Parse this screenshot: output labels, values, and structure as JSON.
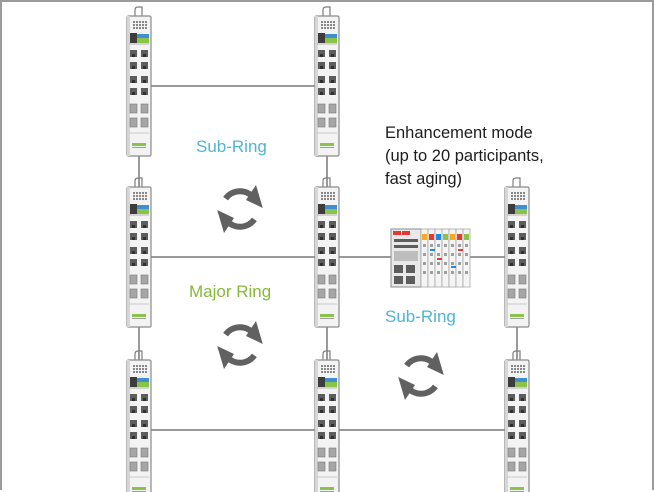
{
  "labels": {
    "sub_ring_top": "Sub-Ring",
    "major_ring": "Major Ring",
    "sub_ring_right": "Sub-Ring",
    "enhancement": {
      "line1": "Enhancement mode",
      "line2": "(up to 20 participants,",
      "line3": "fast aging)"
    }
  },
  "colors": {
    "sub_ring": "#4fb4d8",
    "major_ring": "#86b83a",
    "link": "#9a9a9a",
    "rotate_icon": "#616161",
    "frame": "#9b9b9b"
  },
  "icons": {
    "switch": "managed-switch-icon",
    "coupler": "plc-controller-icon",
    "ring": "rotate-arrows-icon"
  }
}
